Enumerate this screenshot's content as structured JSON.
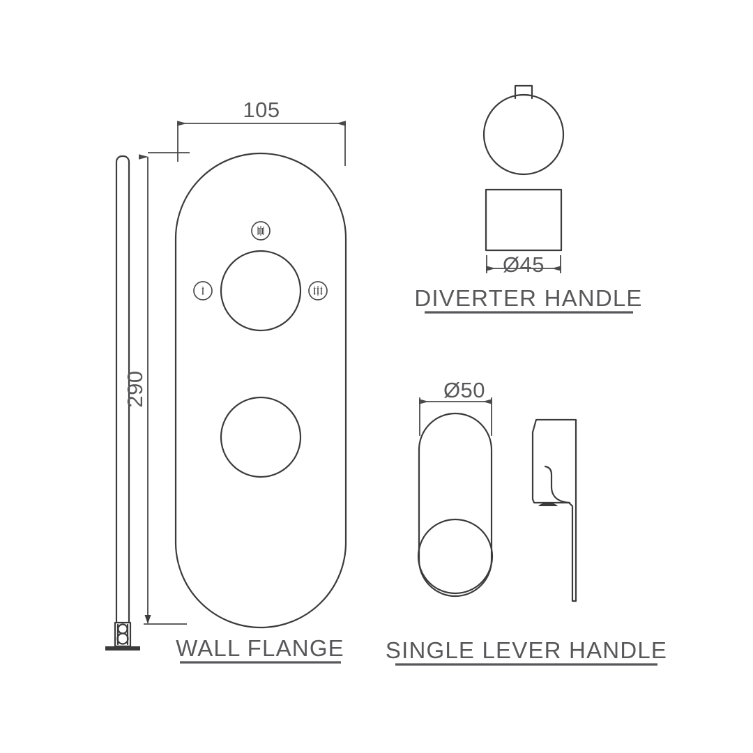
{
  "drawing": {
    "background_color": "#ffffff",
    "line_color": "#3b3b3b",
    "text_color": "#58585a"
  },
  "views": {
    "wall_flange": {
      "title": "WALL FLANGE",
      "dimensions": {
        "width_label": "105",
        "height_label": "290"
      },
      "port_markers": [
        {
          "id": "port-left",
          "label": "I"
        },
        {
          "id": "port-top",
          "label": "II"
        },
        {
          "id": "port-right",
          "label": "III"
        }
      ]
    },
    "diverter_handle": {
      "title": "DIVERTER HANDLE",
      "dimensions": {
        "diameter_label": "Ø45"
      }
    },
    "single_lever_handle": {
      "title": "SINGLE LEVER HANDLE",
      "dimensions": {
        "diameter_label": "Ø50"
      }
    }
  }
}
